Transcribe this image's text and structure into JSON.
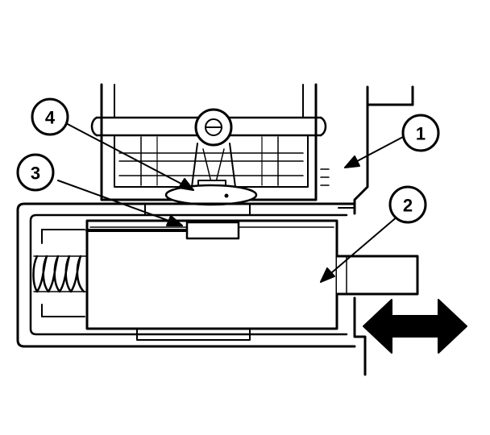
{
  "colors": {
    "ink": "#000000",
    "paper": "#ffffff"
  },
  "callouts": [
    {
      "label": "1"
    },
    {
      "label": "2"
    },
    {
      "label": "3"
    },
    {
      "label": "4"
    }
  ],
  "icons": {
    "spring": "coil-spring-icon",
    "motion": "double-headed-arrow-icon"
  }
}
